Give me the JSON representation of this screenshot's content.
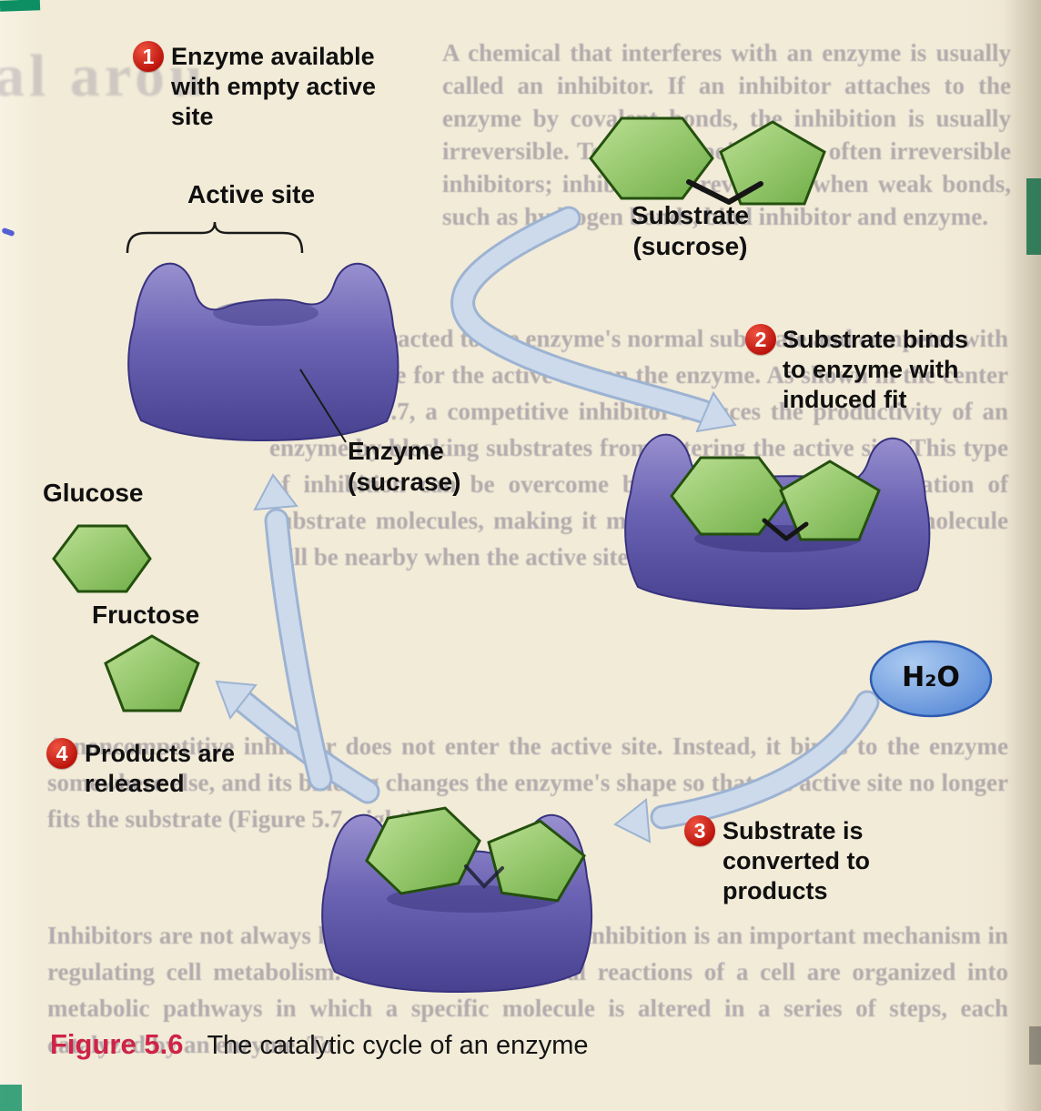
{
  "figure": {
    "caption_label": "Figure 5.6",
    "caption_text": "The catalytic cycle of an enzyme"
  },
  "steps": [
    {
      "num": "1",
      "text": "Enzyme available with empty active site"
    },
    {
      "num": "2",
      "text": "Substrate binds to enzyme with induced fit"
    },
    {
      "num": "3",
      "text": "Substrate is converted to products"
    },
    {
      "num": "4",
      "text": "Products are released"
    }
  ],
  "labels": {
    "active_site": "Active site",
    "substrate_name": "Substrate",
    "substrate_sub": "(sucrose)",
    "enzyme_name": "Enzyme",
    "enzyme_sub": "(sucrase)",
    "glucose": "Glucose",
    "fructose": "Fructose",
    "water": "H₂O"
  },
  "colors": {
    "paper": "#f2ebd8",
    "enzyme_purple": "#5d55a6",
    "enzyme_dark": "#37327e",
    "substrate_green": "#8cc45e",
    "green_dark": "#24500e",
    "badge_red": "#c41a12",
    "arrow_fill": "#ccdaeb",
    "arrow_edge": "#9db3d2",
    "water_blue": "#6f9ade",
    "caption_red": "#cf2348",
    "text_black": "#101010"
  },
  "bleedthrough": {
    "heading_fragment": "al arou",
    "p1": "A chemical that interferes with an enzyme is usually called an inhibitor. If an inhibitor attaches to the enzyme by covalent bonds, the inhibition is usually irreversible. Toxins and poisons are often irreversible inhibitors; inhibition is reversible when weak bonds, such as hydrogen bonds, bind inhibitor and enzyme.",
    "p2": "strate is attracted to the enzyme's normal substrate and competes with the substrate for the active site on the enzyme. As shown in the center of Figure 5.7, a competitive inhibitor reduces the productivity of an enzyme by blocking substrates from entering the active site. This type of inhibition can be overcome by increasing the concentration of substrate molecules, making it more likely that a substrate molecule will be nearby when the active site becomes vacant.",
    "p3": "A noncompetitive inhibitor does not enter the active site. Instead, it binds to the enzyme somewhere else, and its binding changes the enzyme's shape so that the active site no longer fits the substrate (Figure 5.7, right).",
    "p4": "Inhibitors are not always harmful. In fact, enzyme inhibition is an important mechanism in regulating cell metabolism. Most of the chemical reactions of a cell are organized into metabolic pathways in which a specific molecule is altered in a series of steps, each catalyzed by an enzyme. To"
  }
}
